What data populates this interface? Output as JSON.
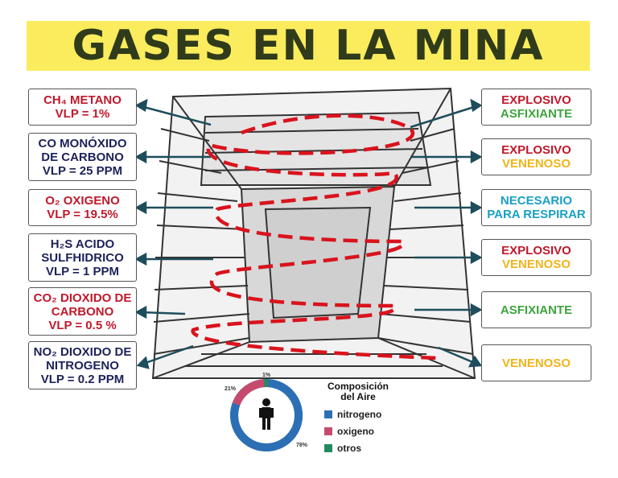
{
  "title": "GASES EN LA MINA",
  "left_boxes": [
    {
      "lines": [
        "CH₄ METANO",
        "VLP = 1%"
      ],
      "color": "red"
    },
    {
      "lines": [
        "CO MONÓXIDO",
        "DE CARBONO",
        "VLP = 25 PPM"
      ],
      "color": "navy"
    },
    {
      "lines": [
        "O₂ OXIGENO",
        "VLP = 19.5%"
      ],
      "color": "red"
    },
    {
      "lines": [
        "H₂S ACIDO",
        "SULFHIDRICO",
        "VLP = 1 PPM"
      ],
      "color": "navy"
    },
    {
      "lines": [
        "CO₂ DIOXIDO DE",
        "CARBONO",
        "VLP = 0.5 %"
      ],
      "color": "red"
    },
    {
      "lines": [
        "NO₂ DIOXIDO DE",
        "NITROGENO",
        "VLP = 0.2 PPM"
      ],
      "color": "navy"
    }
  ],
  "right_boxes": [
    {
      "lines": [
        {
          "text": "EXPLOSIVO",
          "color": "red"
        },
        {
          "text": "ASFIXIANTE",
          "color": "green"
        }
      ]
    },
    {
      "lines": [
        {
          "text": "EXPLOSIVO",
          "color": "red"
        },
        {
          "text": "VENENOSO",
          "color": "yellow"
        }
      ]
    },
    {
      "lines": [
        {
          "text": "NECESARIO",
          "color": "cyan"
        },
        {
          "text": "PARA RESPIRAR",
          "color": "cyan"
        }
      ]
    },
    {
      "lines": [
        {
          "text": "EXPLOSIVO",
          "color": "red"
        },
        {
          "text": "VENENOSO",
          "color": "yellow"
        }
      ]
    },
    {
      "lines": [
        {
          "text": "ASFIXIANTE",
          "color": "green"
        }
      ]
    },
    {
      "lines": [
        {
          "text": "VENENOSO",
          "color": "yellow"
        }
      ]
    }
  ],
  "legend": {
    "title_line1": "Composición",
    "title_line2": "del Aire",
    "items": [
      {
        "label": "nitrogeno",
        "color": "#2d6fb4"
      },
      {
        "label": "oxigeno",
        "color": "#c64a6e"
      },
      {
        "label": "otros",
        "color": "#1f8c5f"
      }
    ]
  },
  "air_composition": {
    "nitrogen_pct": 78,
    "oxygen_pct": 21,
    "other_pct": 1,
    "labels": {
      "nitrogen": "78%",
      "oxygen": "21%",
      "other": "1%"
    }
  },
  "colors": {
    "red": "#c0192b",
    "navy": "#1c2259",
    "green": "#3ea33c",
    "yellow": "#f0b419",
    "cyan": "#1aa0c4",
    "arrow": "#1e4d5c",
    "banner": "#fbec5d",
    "dash": "#d9131d"
  }
}
